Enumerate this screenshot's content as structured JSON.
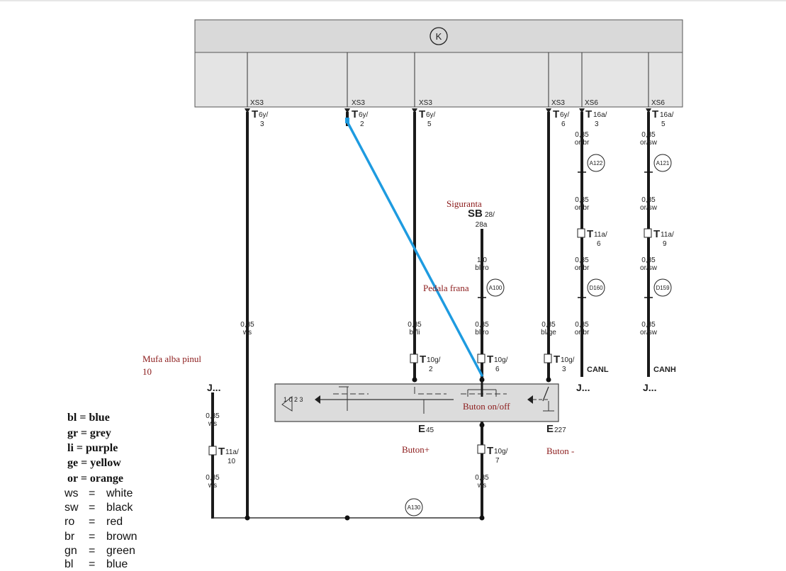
{
  "control_unit": {
    "symbol": "K"
  },
  "pins": [
    {
      "id": "p1",
      "housing": "XS3",
      "conn": "T",
      "sub": "6y/",
      "num": "3"
    },
    {
      "id": "p2",
      "housing": "XS3",
      "conn": "T",
      "sub": "6y/",
      "num": "2"
    },
    {
      "id": "p3",
      "housing": "XS3",
      "conn": "T",
      "sub": "6y/",
      "num": "5"
    },
    {
      "id": "p4",
      "housing": "XS3",
      "conn": "T",
      "sub": "6y/",
      "num": "6"
    },
    {
      "id": "p5",
      "housing": "XS6",
      "conn": "T",
      "sub": "16a/",
      "num": "3"
    },
    {
      "id": "p6",
      "housing": "XS6",
      "conn": "T",
      "sub": "16a/",
      "num": "5"
    }
  ],
  "wires": [
    {
      "id": "w_ws_left",
      "size": "0,35",
      "color": "ws"
    },
    {
      "id": "w_blli",
      "size": "0,35",
      "color": "bl/li"
    },
    {
      "id": "w_blro_a",
      "size": "1,0",
      "color": "bl/ro"
    },
    {
      "id": "w_blro_b",
      "size": "0,35",
      "color": "bl/ro"
    },
    {
      "id": "w_blge",
      "size": "0,35",
      "color": "bl/ge"
    },
    {
      "id": "w_orbr_1",
      "size": "0,35",
      "color": "or/br"
    },
    {
      "id": "w_orbr_2",
      "size": "0,35",
      "color": "or/br"
    },
    {
      "id": "w_orbr_3",
      "size": "0,35",
      "color": "or/br"
    },
    {
      "id": "w_orbr_4",
      "size": "0,35",
      "color": "or/br"
    },
    {
      "id": "w_orsw_1",
      "size": "0,35",
      "color": "or/sw"
    },
    {
      "id": "w_orsw_2",
      "size": "0,35",
      "color": "or/sw"
    },
    {
      "id": "w_orsw_3",
      "size": "0,35",
      "color": "or/sw"
    },
    {
      "id": "w_orsw_4",
      "size": "0,35",
      "color": "or/sw"
    },
    {
      "id": "w_ws_j1",
      "size": "0,35",
      "color": "ws"
    },
    {
      "id": "w_ws_j2",
      "size": "0,35",
      "color": "ws"
    },
    {
      "id": "w_ws_bottom",
      "size": "0,35",
      "color": "ws"
    }
  ],
  "connectors": [
    {
      "id": "c_t10g2",
      "conn": "T",
      "sub": "10g/",
      "num": "2"
    },
    {
      "id": "c_t10g6",
      "conn": "T",
      "sub": "10g/",
      "num": "6"
    },
    {
      "id": "c_t10g3",
      "conn": "T",
      "sub": "10g/",
      "num": "3"
    },
    {
      "id": "c_t10g7",
      "conn": "T",
      "sub": "10g/",
      "num": "7"
    },
    {
      "id": "c_t11a6",
      "conn": "T",
      "sub": "11a/",
      "num": "6"
    },
    {
      "id": "c_t11a9",
      "conn": "T",
      "sub": "11a/",
      "num": "9"
    },
    {
      "id": "c_t11a10",
      "conn": "T",
      "sub": "11a/",
      "num": "10"
    }
  ],
  "junctions": [
    "A122",
    "A121",
    "A100",
    "D160",
    "D159",
    "A130"
  ],
  "fuse": {
    "label": "SB",
    "sub": "28/",
    "num": "28a"
  },
  "bus_labels": {
    "canl": "CANL",
    "canh": "CANH"
  },
  "j_labels": [
    "J...",
    "J...",
    "J..."
  ],
  "switch_scale": "1 0 2 3",
  "components": {
    "e45": {
      "main": "E",
      "sub": "45"
    },
    "e227": {
      "main": "E",
      "sub": "227"
    }
  },
  "annotations": {
    "siguranta": "Siguranta",
    "pedala": "Pedala frana",
    "mufa_line1": "Mufa alba pinul",
    "mufa_line2": "10",
    "buton_onoff": "Buton on/off",
    "buton_plus": "Buton+",
    "buton_minus": "Buton -"
  },
  "legend": [
    {
      "code": "bl = blue",
      "bold": true
    },
    {
      "code": "gr = grey",
      "bold": true
    },
    {
      "code": "li = purple",
      "bold": true
    },
    {
      "code": "ge = yellow",
      "bold": true
    },
    {
      "code": "or = orange",
      "bold": true
    },
    {
      "code": "ws",
      "eq": "=",
      "name": "white",
      "bold": false
    },
    {
      "code": "sw",
      "eq": "=",
      "name": "black",
      "bold": false
    },
    {
      "code": "ro",
      "eq": "=",
      "name": "red",
      "bold": false
    },
    {
      "code": "br",
      "eq": "=",
      "name": "brown",
      "bold": false
    },
    {
      "code": "gn",
      "eq": "=",
      "name": "green",
      "bold": false
    },
    {
      "code": "bl",
      "eq": "=",
      "name": "blue",
      "bold": false
    }
  ],
  "colors": {
    "header_fill": "#d9d9d9",
    "wire": "#1a1a1a",
    "overlay_line": "#1e9be0",
    "annotation": "#8b1a1a"
  }
}
